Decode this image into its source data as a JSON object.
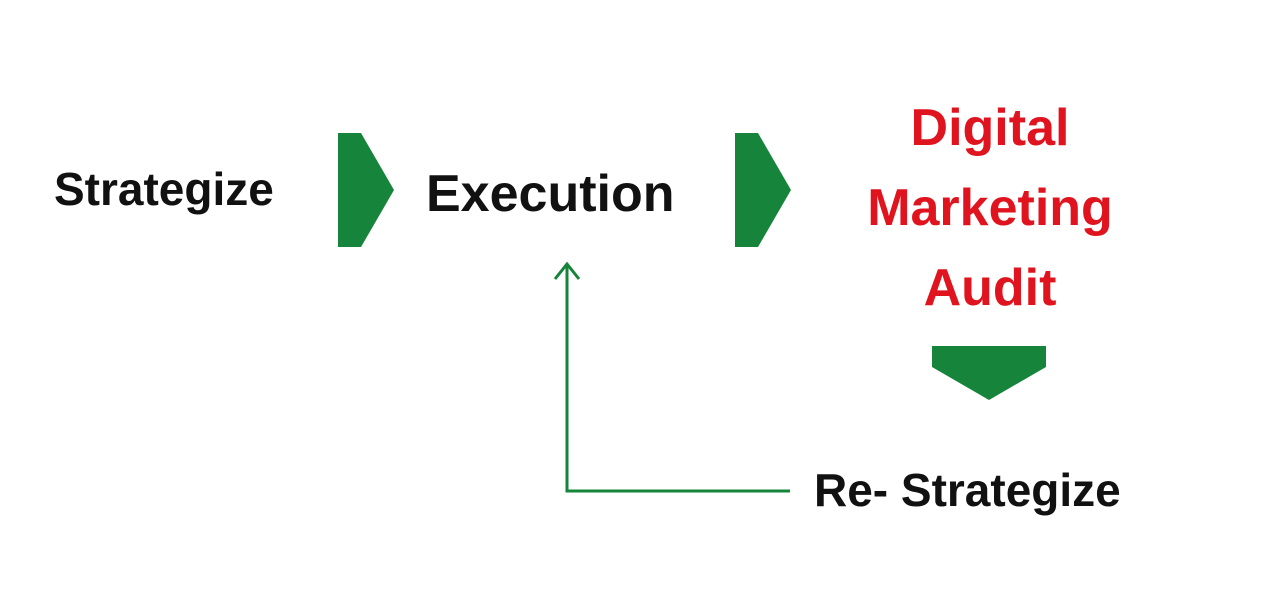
{
  "diagram": {
    "steps": {
      "strategize": "Strategize",
      "execution": "Execution",
      "audit_line1": "Digital",
      "audit_line2": "Marketing",
      "audit_line3": "Audit",
      "restrategize": "Re- Strategize"
    },
    "colors": {
      "arrow_fill": "#16843a",
      "feedback_line": "#16843a",
      "highlight_text": "#e0141e",
      "text": "#111111"
    },
    "icons": {
      "flow_arrow": "chevron-right-icon",
      "down_arrow": "chevron-down-icon",
      "feedback_arrow": "arrow-up-icon"
    }
  }
}
